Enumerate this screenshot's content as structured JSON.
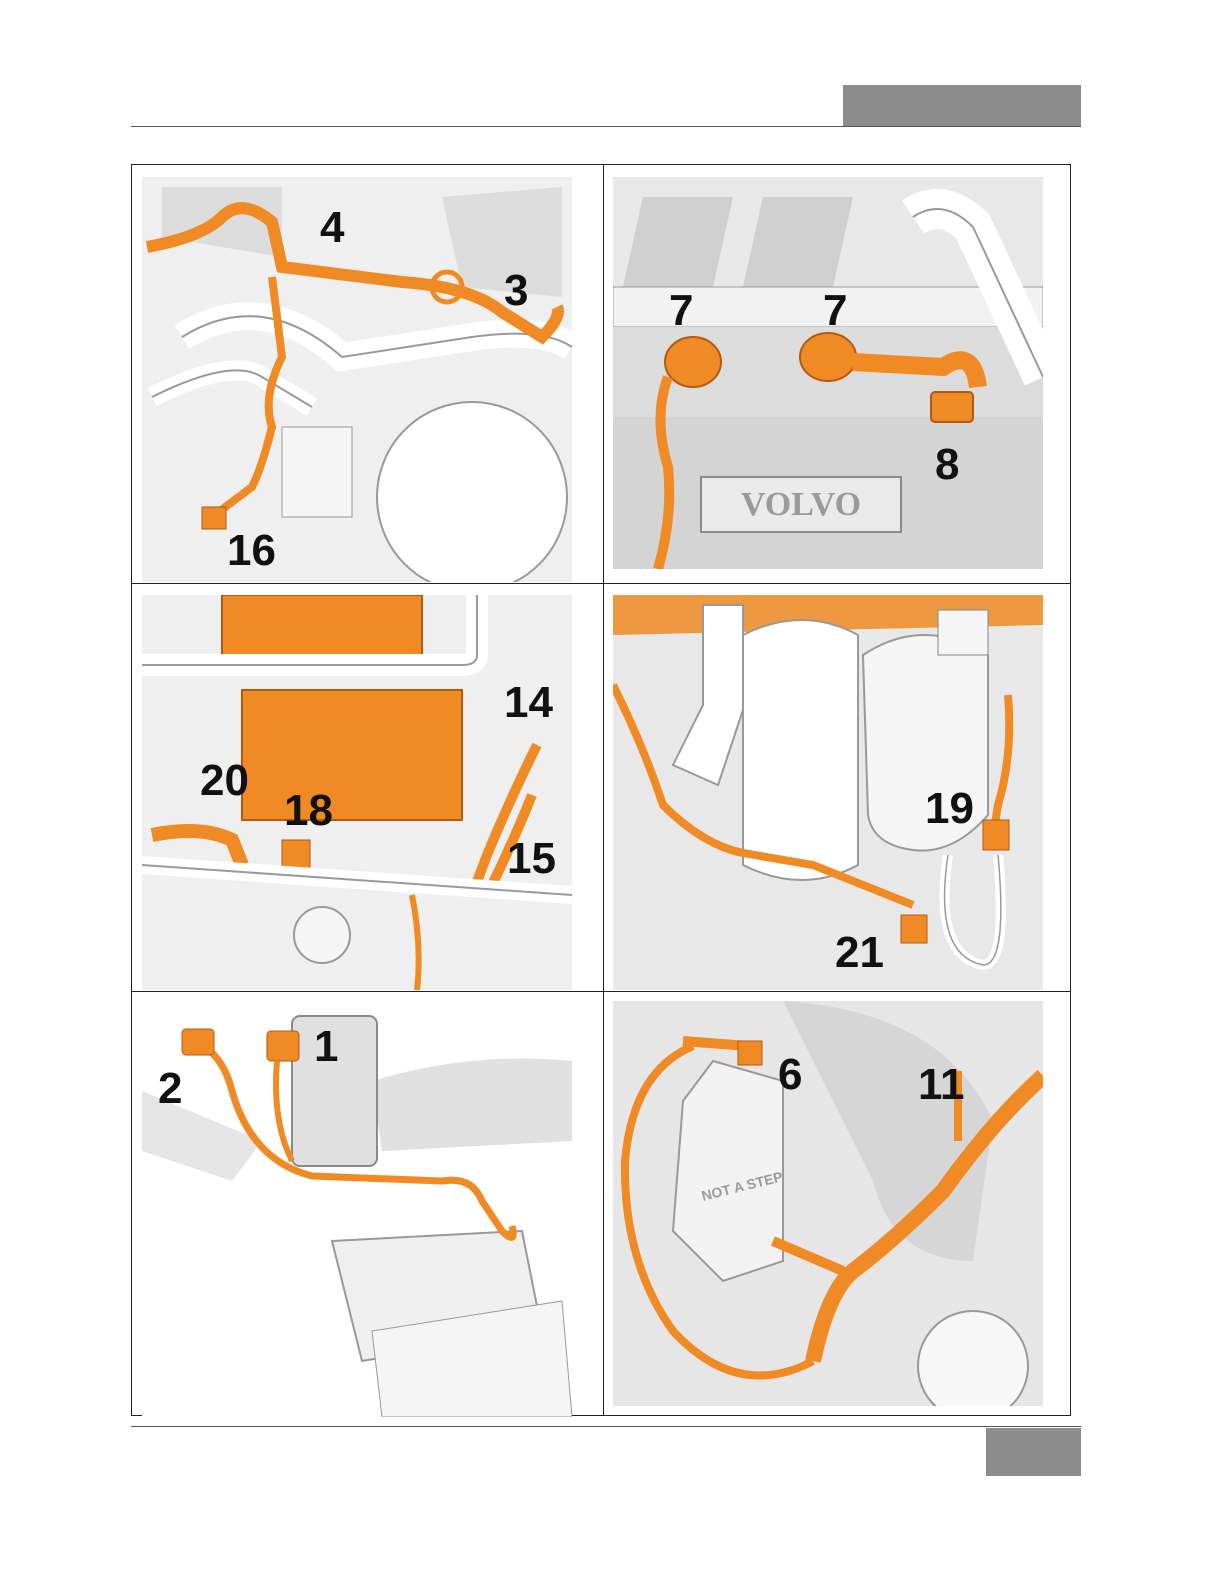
{
  "colors": {
    "harness": "#f08a24",
    "engine_shade": "#d9d9d9",
    "engine_line": "#9a9a9a",
    "tab": "#8c8c8c"
  },
  "panels": [
    {
      "callouts": [
        "4",
        "3",
        "16"
      ]
    },
    {
      "callouts": [
        "7",
        "7",
        "8"
      ],
      "emblem": "VOLVO"
    },
    {
      "callouts": [
        "14",
        "20",
        "18",
        "15"
      ]
    },
    {
      "callouts": [
        "19",
        "21"
      ]
    },
    {
      "callouts": [
        "1",
        "2"
      ]
    },
    {
      "callouts": [
        "6",
        "11"
      ],
      "cast_text": "NOT A STEP"
    }
  ]
}
